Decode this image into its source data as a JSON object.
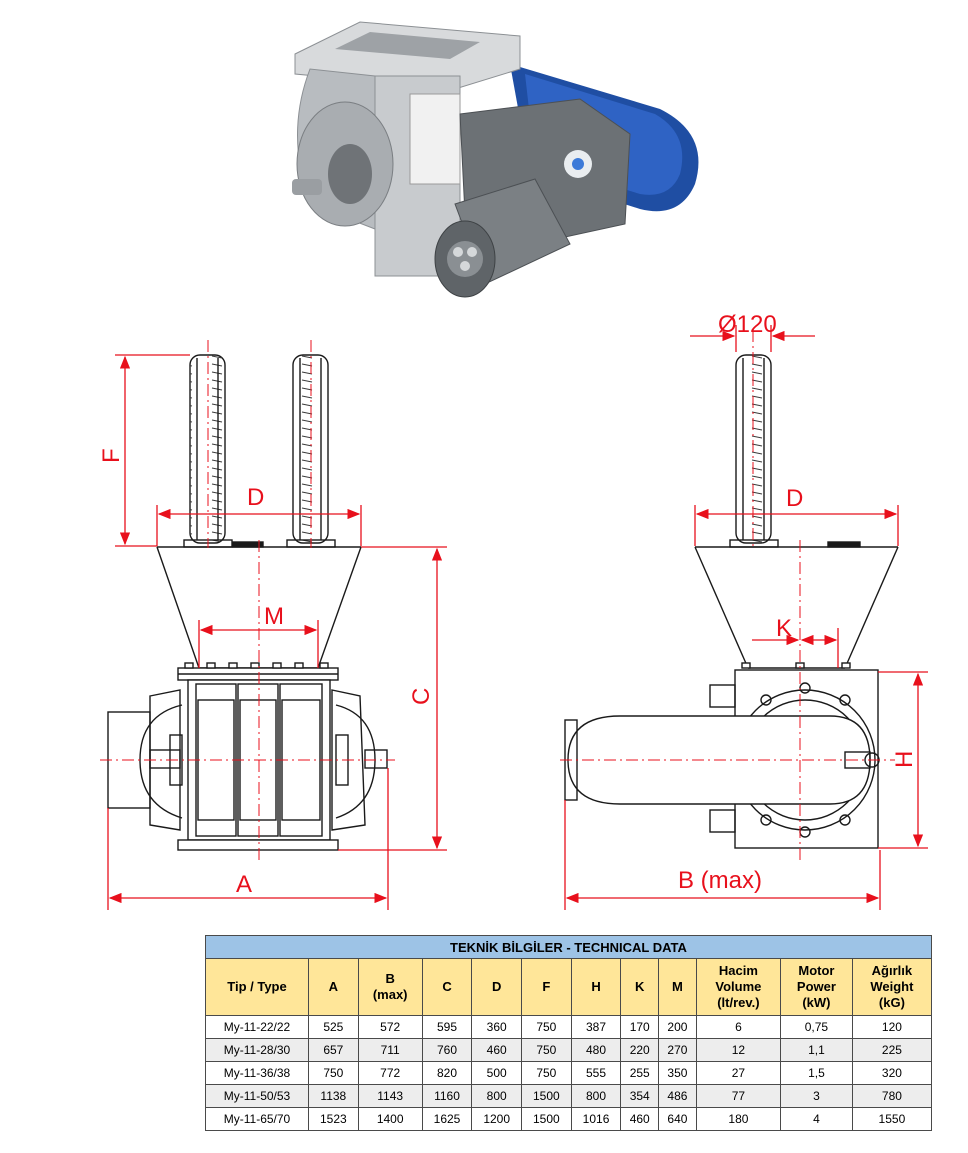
{
  "colors": {
    "dimension": "#e8101c",
    "line": "#1a1a1a",
    "title_bg": "#9dc3e6",
    "header_bg": "#ffe699",
    "row_alt_bg": "#ededed",
    "motor_blue": "#1f4ea3",
    "body_gray": "#bfc3c6"
  },
  "drawing": {
    "labels": {
      "F": "F",
      "D_left": "D",
      "M": "M",
      "C": "C",
      "A": "A",
      "diameter": "Ø120",
      "D_right": "D",
      "K": "K",
      "H": "H",
      "B": "B (max)"
    }
  },
  "table": {
    "title": "TEKNİK BİLGİLER - TECHNICAL DATA",
    "headers": [
      [
        "Tip / Type"
      ],
      [
        "A"
      ],
      [
        "B",
        "(max)"
      ],
      [
        "C"
      ],
      [
        "D"
      ],
      [
        "F"
      ],
      [
        "H"
      ],
      [
        "K"
      ],
      [
        "M"
      ],
      [
        "Hacim",
        "Volume",
        "(lt/rev.)"
      ],
      [
        "Motor",
        "Power",
        "(kW)"
      ],
      [
        "Ağırlık",
        "Weight",
        "(kG)"
      ]
    ],
    "rows": [
      [
        "My-11-22/22",
        "525",
        "572",
        "595",
        "360",
        "750",
        "387",
        "170",
        "200",
        "6",
        "0,75",
        "120"
      ],
      [
        "My-11-28/30",
        "657",
        "711",
        "760",
        "460",
        "750",
        "480",
        "220",
        "270",
        "12",
        "1,1",
        "225"
      ],
      [
        "My-11-36/38",
        "750",
        "772",
        "820",
        "500",
        "750",
        "555",
        "255",
        "350",
        "27",
        "1,5",
        "320"
      ],
      [
        "My-11-50/53",
        "1138",
        "1143",
        "1160",
        "800",
        "1500",
        "800",
        "354",
        "486",
        "77",
        "3",
        "780"
      ],
      [
        "My-11-65/70",
        "1523",
        "1400",
        "1625",
        "1200",
        "1500",
        "1016",
        "460",
        "640",
        "180",
        "4",
        "1550"
      ]
    ]
  }
}
